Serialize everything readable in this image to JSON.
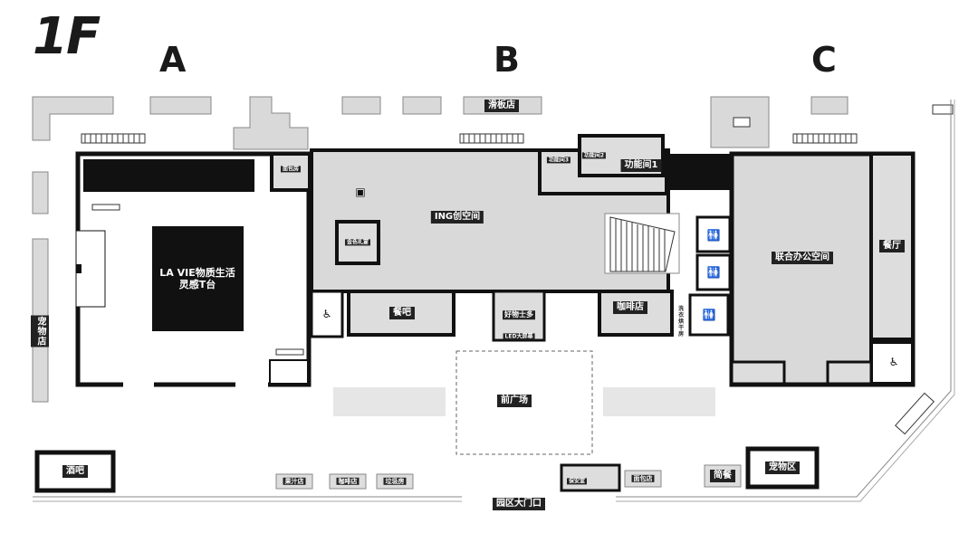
{
  "floor_label": "1F",
  "zones": {
    "a": "A",
    "b": "B",
    "c": "C"
  },
  "rooms": {
    "skateboard_shop": "滑板店",
    "bread_room": "面包房",
    "lavie": "LA VIE物质生活\n灵感T台",
    "ing_space": "ING创空间",
    "gold_gift": "金色礼宴",
    "func_room_1": "功能间1",
    "func_room_2": "功能间2",
    "func_room_3": "功能间3",
    "dining_bar": "餐吧",
    "haowushiduo": "好物士多",
    "led_screen": "LED大屏幕",
    "cafe": "咖啡店",
    "shared_office": "联合办公空间",
    "restaurant": "餐厅",
    "front_plaza": "前广场",
    "pet_shop": "宠物店",
    "bar": "酒吧",
    "juice_shop": "果汁店",
    "coffee_shop": "咖啡店",
    "garbage_room": "垃圾房",
    "security_room": "保安室",
    "bakery": "面包店",
    "light_meal": "简餐",
    "pet_zone": "宠物区",
    "main_gate": "园区大门口",
    "side_label": "洗衣烘干房"
  }
}
